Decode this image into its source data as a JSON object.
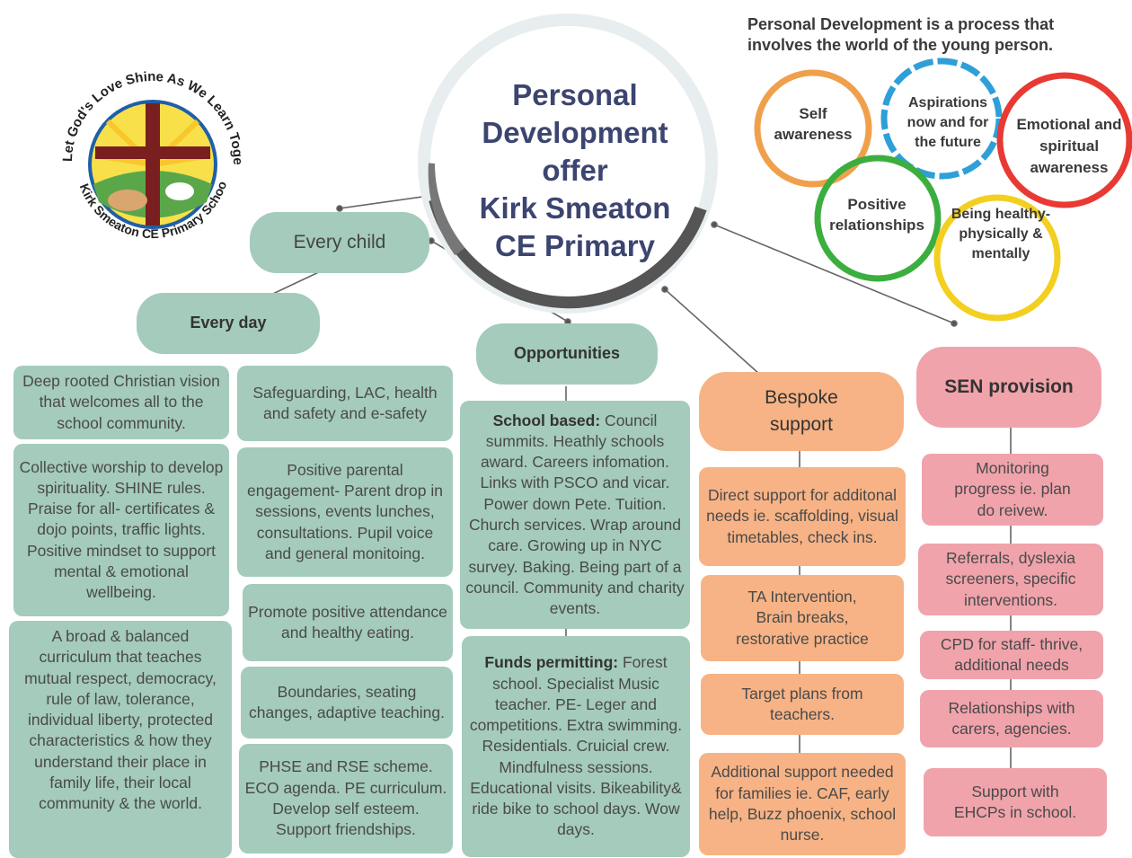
{
  "title": {
    "line1": "Personal",
    "line2": "Development",
    "line3": "offer",
    "line4": "Kirk Smeaton",
    "line5": "CE Primary"
  },
  "logo": {
    "motto": "Let God's Love Shine As We Learn Together",
    "school": "Kirk Smeaton CE Primary School"
  },
  "intro": {
    "line1": "Personal Development is a process that",
    "line2": "involves the world of the young person."
  },
  "rings": [
    {
      "label": "Self awareness",
      "color": "#f0a04b"
    },
    {
      "label": "Aspirations now and for the future",
      "color": "#2e9fd8"
    },
    {
      "label": "Emotional and spiritual awareness",
      "color": "#e83a33"
    },
    {
      "label": "Positive relationships",
      "color": "#3cae3f"
    },
    {
      "label": "Being healthy- physically & mentally",
      "color": "#f3cf1f"
    }
  ],
  "nodes": {
    "every_child": "Every child",
    "every_day": "Every day",
    "opportunities": "Opportunities",
    "bespoke": "Bespoke support",
    "sen": "SEN provision"
  },
  "every_day_left": [
    "Deep rooted Christian vision that welcomes all to the school community.",
    "Collective worship to develop spirituality. SHINE rules. Praise for all- certificates & dojo points, traffic lights. Positive mindset to support mental & emotional wellbeing.",
    "A broad & balanced curriculum that teaches mutual respect, democracy, rule of law, tolerance, individual liberty, protected characteristics & how they understand their place in family life, their local community & the world."
  ],
  "every_day_right": [
    "Safeguarding, LAC, health and safety and e-safety",
    "Positive parental engagement- Parent drop in sessions, events lunches, consultations. Pupil voice and general monitoing.",
    "Promote positive attendance and healthy eating.",
    "Boundaries, seating changes, adaptive teaching.",
    "PHSE and RSE scheme. ECO agenda. PE curriculum. Develop self esteem. Support friendships."
  ],
  "opportunities_boxes": [
    {
      "lead": "School based:",
      "text": " Council summits. Heathly schools award. Careers infomation. Links with PSCO and vicar. Power down Pete.  Tuition. Church services.  Wrap around care. Growing up in NYC survey. Baking. Being part of a council.  Community and charity events."
    },
    {
      "lead": "Funds permitting:",
      "text": " Forest school. Specialist Music teacher. PE- Leger and competitions. Extra swimming. Residentials. Cruicial crew. Mindfulness sessions. Educational visits. Bikeability& ride bike to school days. Wow days."
    }
  ],
  "bespoke_boxes": [
    "Direct support for additonal needs ie. scaffolding, visual timetables, check ins.",
    "TA Intervention, Brain breaks, restorative practice",
    "Target plans from teachers.",
    "Additional support needed for families ie. CAF, early help, Buzz phoenix, school nurse."
  ],
  "sen_boxes": [
    "Monitoring progress ie. plan do reivew.",
    "Referrals, dyslexia screeners, specific interventions.",
    "CPD for staff- thrive, additional needs",
    "Relationships with carers, agencies.",
    "Support with EHCPs in school."
  ]
}
